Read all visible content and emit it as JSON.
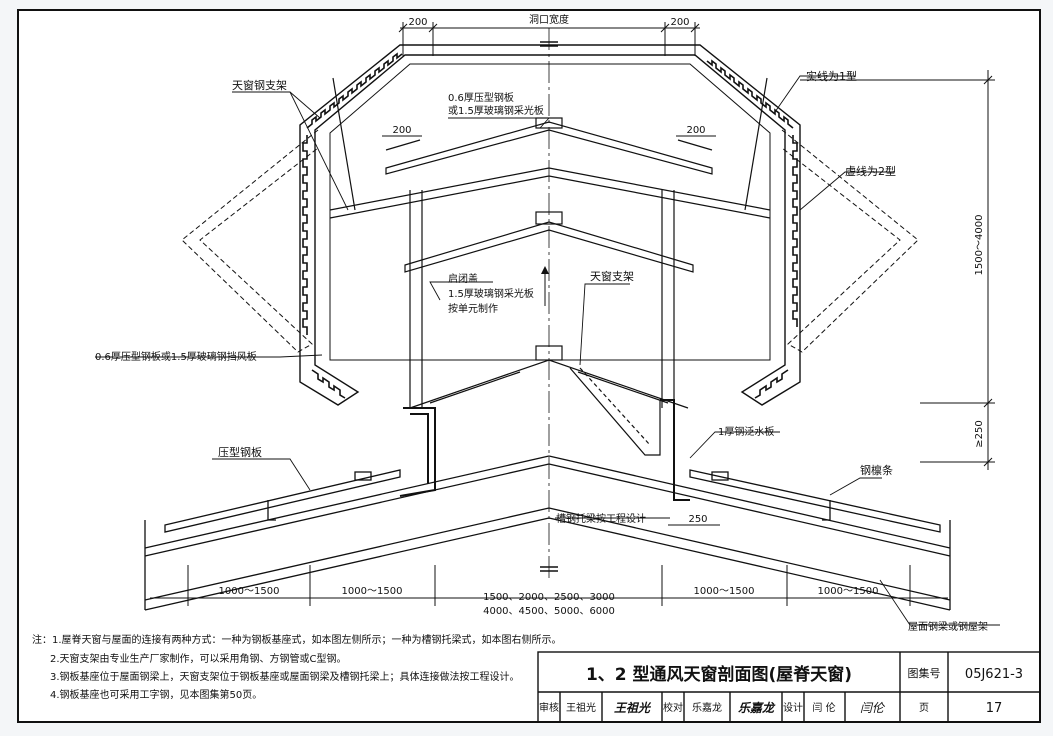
{
  "dims": {
    "top_left": "200",
    "top_center": "洞口宽度",
    "top_right": "200",
    "inner_left": "200",
    "inner_right": "200",
    "right_vertical": "1500～4000",
    "right_min": "≥250",
    "bracket_250": "250",
    "bottom_1": "1000～1500",
    "bottom_2": "1000～1500",
    "bottom_center_a": "1500、2000、2500、3000",
    "bottom_center_b": "4000、4500、5000、6000",
    "bottom_4": "1000～1500",
    "bottom_5": "1000～1500"
  },
  "labels": {
    "steel_frame": "天窗钢支架",
    "plate_a": "0.6厚压型钢板",
    "plate_b": "或1.5厚玻璃钢采光板",
    "solid_type1": "实线为1型",
    "dashed_type2": "虚线为2型",
    "cover_a": "启闭盖",
    "cover_b": "1.5厚玻璃钢采光板",
    "cover_c": "按单元制作",
    "window_bracket": "天窗支架",
    "wind_board": "0.6厚压型钢板或1.5厚玻璃钢挡风板",
    "pressed_plate": "压型钢板",
    "flashing": "1厚钢泛水板",
    "purlin": "钢檩条",
    "channel_beam": "槽钢托梁按工程设计",
    "roof_beam": "屋面钢梁或钢屋架"
  },
  "notes": {
    "n1": "注：1.屋脊天窗与屋面的连接有两种方式：一种为钢板基座式，如本图左侧所示；一种为槽钢托梁式，如本图右侧所示。",
    "n2": "2.天窗支架由专业生产厂家制作，可以采用角钢、方钢管或C型钢。",
    "n3": "3.钢板基座位于屋面钢梁上，天窗支架位于钢板基座或屋面钢梁及槽钢托梁上；具体连接做法按工程设计。",
    "n4": "4.钢板基座也可采用工字钢，见本图集第50页。"
  },
  "title_block": {
    "title": "1、2 型通风天窗剖面图(屋脊天窗)",
    "atlas_label": "图集号",
    "atlas_no": "05J621-3",
    "review_label": "审核",
    "reviewer": "王祖光",
    "reviewer_sig": "王祖光",
    "check_label": "校对",
    "checker": "乐嘉龙",
    "checker_sig": "乐嘉龙",
    "design_label": "设计",
    "designer": "闫 伦",
    "designer_sig": "闫伦",
    "page_label": "页",
    "page_no": "17"
  }
}
